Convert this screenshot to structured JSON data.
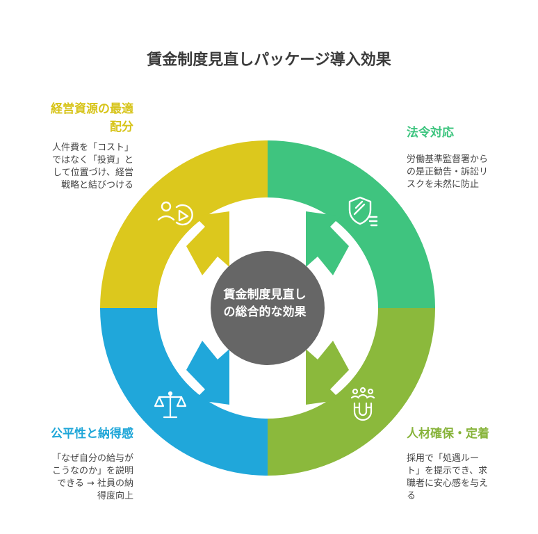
{
  "title": "賃金制度見直しパッケージ導入効果",
  "center": {
    "line1": "賃金制度見直し",
    "line2": "の総合的な効果"
  },
  "colors": {
    "yellow": "#dcc81d",
    "green": "#3fc47f",
    "blue": "#20a7da",
    "lime": "#8bb93c",
    "center": "#666666"
  },
  "quadrants": {
    "top_left": {
      "heading_line1": "経営資源の最適",
      "heading_line2": "配分",
      "desc_lines": [
        "人件費を「コスト」",
        "ではなく「投資」と",
        "して位置づけ、経営",
        "戦略と結びつける"
      ],
      "icon": "pie-chart-person-icon"
    },
    "top_right": {
      "heading": "法令対応",
      "desc_lines": [
        "労働基準監督署から",
        "の是正勧告・訴訟リ",
        "スクを未然に防止"
      ],
      "icon": "shield-icon"
    },
    "bottom_left": {
      "heading": "公平性と納得感",
      "desc_lines": [
        "「なぜ自分の給与が",
        "こうなのか」を説明",
        "できる → 社員の納",
        "得度向上"
      ],
      "icon": "balance-scale-icon"
    },
    "bottom_right": {
      "heading": "人材確保・定着",
      "desc_lines": [
        "採用で「処遇ルー",
        "ト」を提示でき、求",
        "職者に安心感を与え",
        "る"
      ],
      "icon": "magnet-people-icon"
    }
  }
}
